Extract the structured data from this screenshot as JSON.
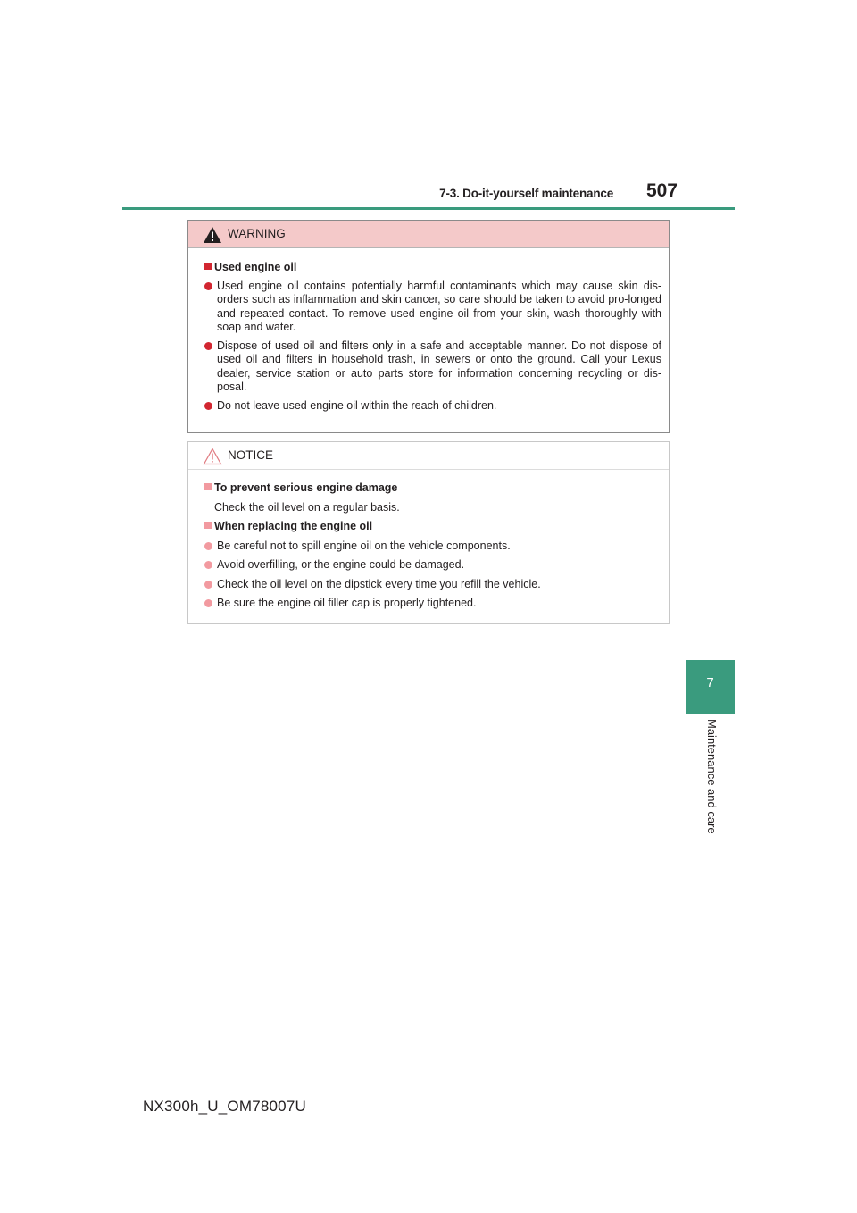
{
  "header": {
    "section_title": "7-3. Do-it-yourself maintenance",
    "page_number": "507"
  },
  "side": {
    "chapter_number": "7",
    "chapter_label": "Maintenance and care"
  },
  "warning": {
    "label": "WARNING",
    "icon": "warning-triangle-icon",
    "subhead": "Used engine oil",
    "items": [
      "Used engine oil contains potentially harmful contaminants which may cause skin dis-orders such as inflammation and skin cancer, so care should be taken to avoid pro-longed and repeated contact. To remove used engine oil from your skin, wash thoroughly with soap and water.",
      "Dispose of used oil and filters only in a safe and acceptable manner. Do not dispose of used oil and filters in household trash, in sewers or onto the ground. Call your Lexus dealer, service station or auto parts store for information concerning recycling or dis-posal.",
      "Do not leave used engine oil within the reach of children."
    ]
  },
  "notice": {
    "label": "NOTICE",
    "icon": "caution-triangle-icon",
    "sections": [
      {
        "subhead": "To prevent serious engine damage",
        "text": "Check the oil level on a regular basis."
      },
      {
        "subhead": "When replacing the engine oil",
        "items": [
          "Be careful not to spill engine oil on the vehicle components.",
          "Avoid overfilling, or the engine could be damaged.",
          "Check the oil level on the dipstick every time you refill the vehicle.",
          "Be sure the engine oil filler cap is properly tightened."
        ]
      }
    ]
  },
  "footer": {
    "doc_code": "NX300h_U_OM78007U"
  },
  "colors": {
    "accent_green": "#3a9b7e",
    "warning_red": "#d22630",
    "warning_bg": "#f4c9c9",
    "notice_pink": "#f29aa0"
  }
}
